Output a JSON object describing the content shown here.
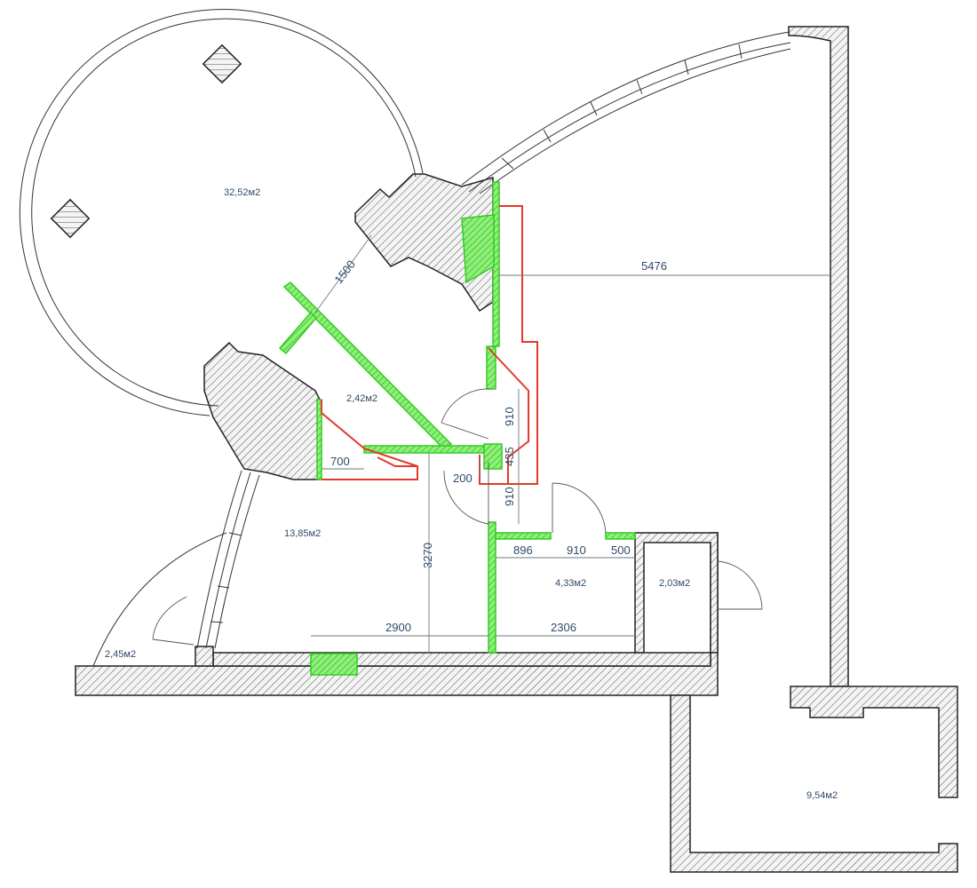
{
  "rooms": {
    "round_hall": "32,52м2",
    "wardrobe": "2,42м2",
    "room": "13,85м2",
    "bathroom": "4,33м2",
    "storage": "2,03м2",
    "balcony": "2,45м2",
    "annex": "9,54м2"
  },
  "dimensions": {
    "width_main": "5476",
    "diag": "1500",
    "door_upper": "910",
    "door_lower": "910",
    "gap": "435",
    "partition": "200",
    "closet_depth": "700",
    "room_height": "3270",
    "room_width": "2900",
    "bath_width": "2306",
    "bath_left": "896",
    "bath_door": "910",
    "bath_right": "500"
  }
}
